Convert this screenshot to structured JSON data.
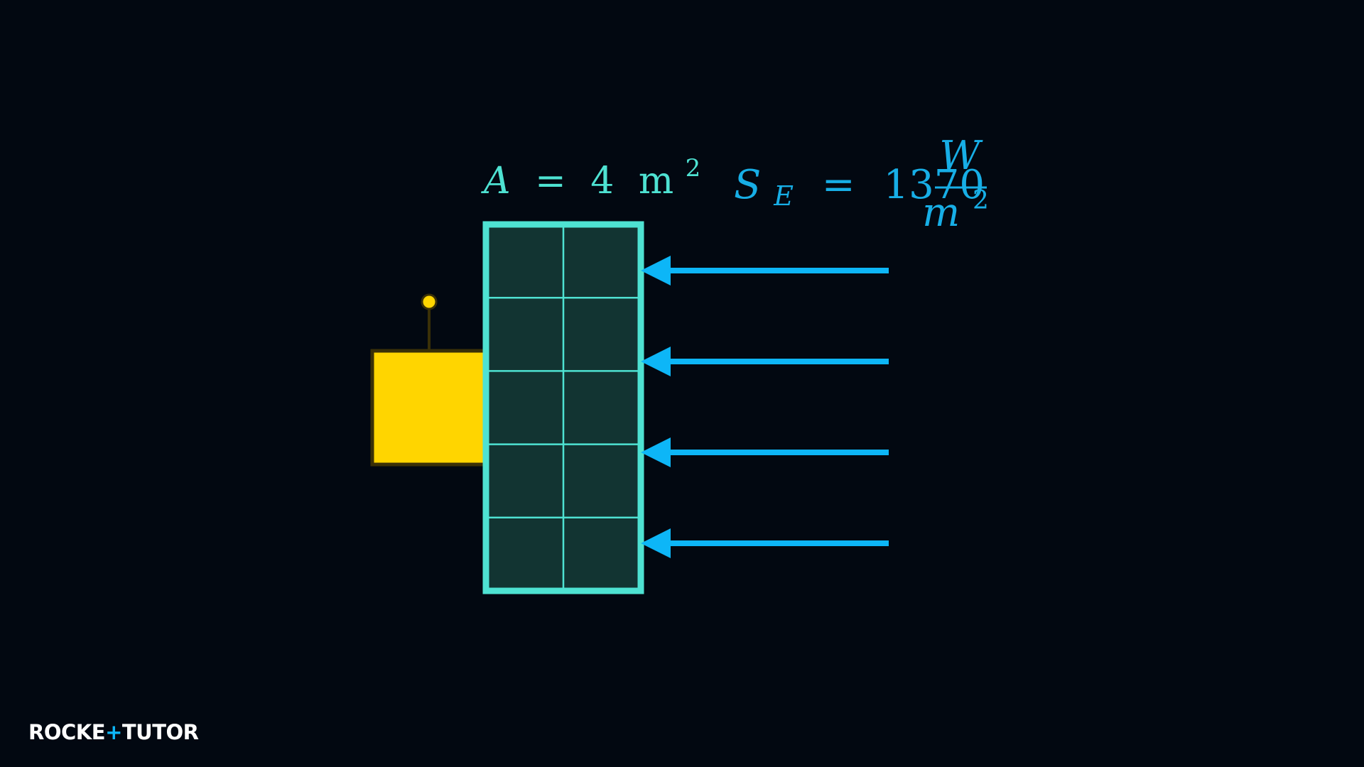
{
  "colors": {
    "background": "#020811",
    "panel_fill": "#123432",
    "panel_border": "#4ee2d2",
    "panel_grid": "#4ee2d2",
    "body_fill": "#ffd500",
    "body_stroke": "#3a3007",
    "antenna_stroke": "#3a3007",
    "antenna_tip": "#ffd500",
    "arrow": "#0db6f7",
    "label_area": "#4ee2d2",
    "label_flux": "#17aee6",
    "logo": "#ffffff",
    "logo_accent": "#0db6f7"
  },
  "labels": {
    "area": {
      "var": "A",
      "eq": "=",
      "value": "4",
      "unit": "m",
      "exp": "2"
    },
    "flux": {
      "var": "S",
      "sub": "E",
      "eq": "=",
      "value": "1370",
      "num": "W",
      "den_var": "m",
      "den_exp": "2"
    }
  },
  "panel": {
    "rows": 5,
    "cols": 2
  },
  "arrows": {
    "count": 4
  },
  "logo": {
    "part1": "ROCKE",
    "part2": "TUTO",
    "accent_t": "+",
    "accent_r": "R"
  }
}
